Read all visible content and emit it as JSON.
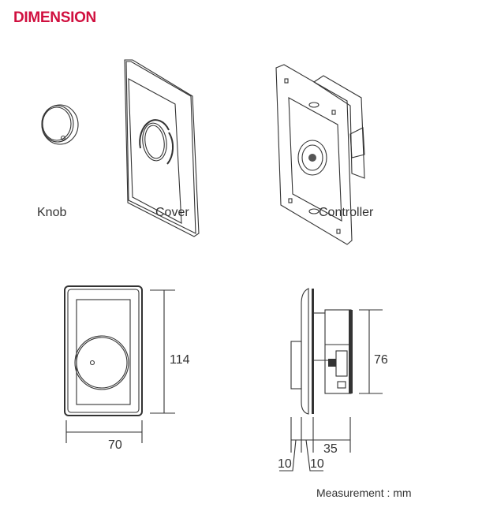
{
  "title": "DIMENSION",
  "parts": {
    "knob": "Knob",
    "cover": "Cover",
    "controller": "Controller"
  },
  "front_view": {
    "height": "114",
    "width": "70"
  },
  "side_view": {
    "height": "76",
    "depth_body": "35",
    "depth_knob": "10",
    "depth_plate": "10"
  },
  "unit_note": "Measurement : mm",
  "colors": {
    "title": "#d0103f",
    "line": "#333333"
  }
}
